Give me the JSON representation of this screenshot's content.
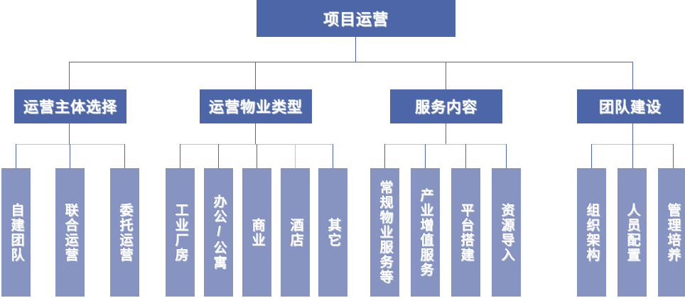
{
  "diagram": {
    "title": "项目运营",
    "theme": {
      "node_color": "#4D66A8",
      "leaf_color": "#8794C2",
      "connector_color": "#4D66A8",
      "text_color": "#FFFFFF",
      "background": "#FFFFFF"
    },
    "root": {
      "label": "项目运营"
    },
    "branches": [
      {
        "label": "运营主体选择",
        "leaves": [
          {
            "label": "自建团队"
          },
          {
            "label": "联合运营"
          },
          {
            "label": "委托运营"
          }
        ]
      },
      {
        "label": "运营物业类型",
        "leaves": [
          {
            "label": "工业厂房"
          },
          {
            "label": "办公/公寓"
          },
          {
            "label": "商业"
          },
          {
            "label": "酒店"
          },
          {
            "label": "其它"
          }
        ]
      },
      {
        "label": "服务内容",
        "leaves": [
          {
            "label": "常规物业服务等"
          },
          {
            "label": "产业增值服务"
          },
          {
            "label": "平台搭建"
          },
          {
            "label": "资源导入"
          }
        ]
      },
      {
        "label": "团队建设",
        "leaves": [
          {
            "label": "组织架构"
          },
          {
            "label": "人员配置"
          },
          {
            "label": "管理培养"
          }
        ]
      }
    ]
  }
}
